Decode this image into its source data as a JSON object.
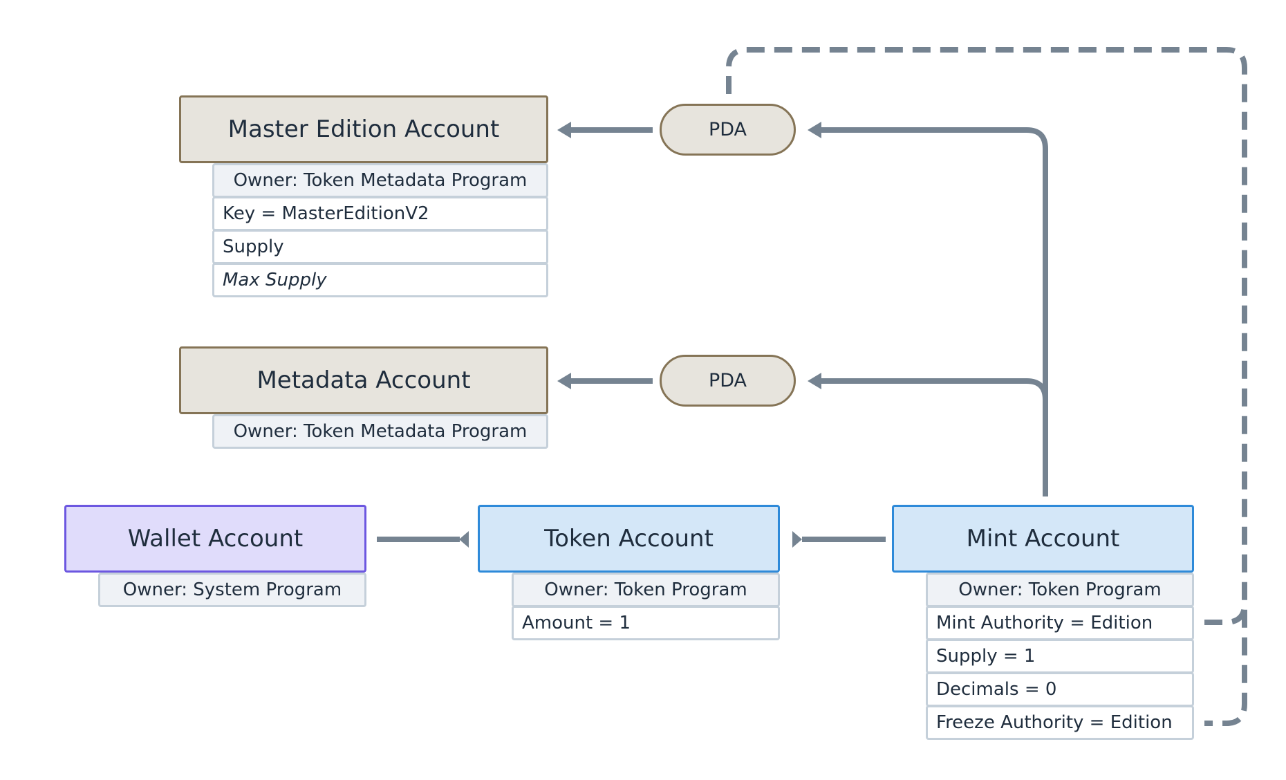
{
  "diagram": {
    "master_edition": {
      "title": "Master Edition Account",
      "owner": "Owner: Token Metadata Program",
      "fields": [
        "Key = MasterEditionV2",
        "Supply",
        "Max Supply"
      ]
    },
    "metadata": {
      "title": "Metadata Account",
      "owner": "Owner: Token Metadata Program"
    },
    "pda_label": "PDA",
    "wallet": {
      "title": "Wallet Account",
      "owner": "Owner: System Program"
    },
    "token": {
      "title": "Token Account",
      "owner": "Owner: Token Program",
      "fields": [
        "Amount = 1"
      ]
    },
    "mint": {
      "title": "Mint Account",
      "owner": "Owner: Token Program",
      "fields": [
        "Mint Authority = Edition",
        "Supply = 1",
        "Decimals = 0",
        "Freeze Authority = Edition"
      ]
    }
  },
  "colors": {
    "connector": "#758391",
    "tan_fill": "#e7e4dd",
    "tan_border": "#857456",
    "blue_fill": "#d4e7f8",
    "blue_border": "#2e8ad9",
    "purple_fill": "#e0dcfb",
    "purple_border": "#6c57e0"
  }
}
